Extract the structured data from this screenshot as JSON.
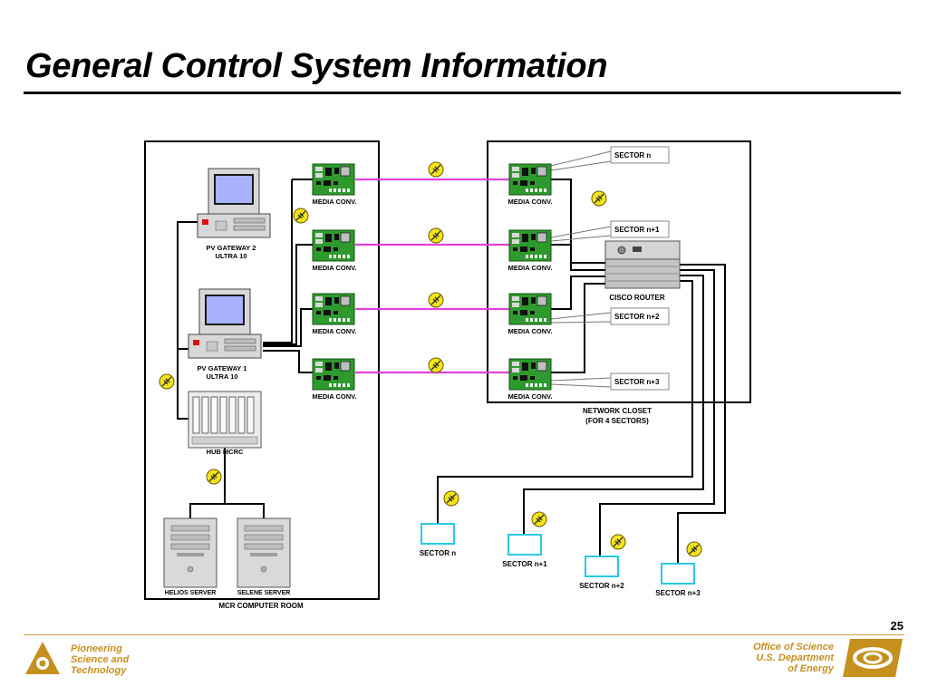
{
  "page": {
    "title": "General Control System Information",
    "page_number": "25"
  },
  "footer": {
    "left_lines": [
      "Pioneering",
      "Science and",
      "Technology"
    ],
    "right_lines": [
      "Office of Science",
      "U.S. Department",
      "of Energy"
    ]
  },
  "mcr": {
    "box_label": "MCR COMPUTER ROOM",
    "gateway2": [
      "PV GATEWAY 2",
      "ULTRA 10"
    ],
    "gateway1": [
      "PV GATEWAY 1",
      "ULTRA 10"
    ],
    "hub": "HUB MCRC",
    "server1": "HELIOS SERVER",
    "server2": "SELENE SERVER",
    "media_conv": "MEDIA CONV."
  },
  "closet": {
    "box_label": [
      "NETWORK CLOSET",
      "(FOR 4 SECTORS)"
    ],
    "router": "CISCO ROUTER",
    "media_conv": "MEDIA CONV.",
    "sector_callouts": [
      "SECTOR n",
      "SECTOR n+1",
      "SECTOR n+2",
      "SECTOR n+3"
    ]
  },
  "field_sectors": [
    "SECTOR n",
    "SECTOR n+1",
    "SECTOR n+2",
    "SECTOR n+3"
  ],
  "colors": {
    "fiber": "#e040e0",
    "sector_box": "#29c9e6",
    "board_green": "#2e9a2e",
    "fiber_icon": "#f5e41a",
    "footer_gold": "#c6901f"
  }
}
